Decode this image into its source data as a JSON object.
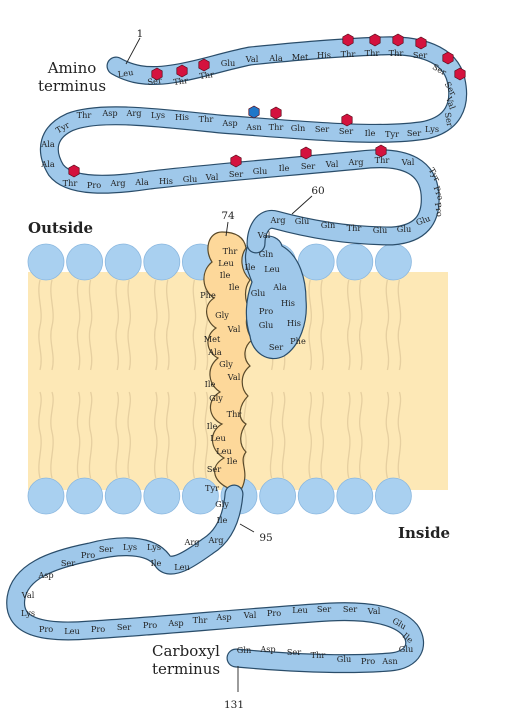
{
  "labels": {
    "amino_1": "Amino",
    "amino_2": "terminus",
    "outside": "Outside",
    "inside": "Inside",
    "carboxyl_1": "Carboxyl",
    "carboxyl_2": "terminus",
    "n1": "1",
    "n60": "60",
    "n74": "74",
    "n95": "95",
    "n131": "131"
  },
  "colors": {
    "chain": "#9fc8ea",
    "chain_outline": "#2a4d6a",
    "helix": "#fdd89a",
    "lipid_head": "#a9d0f0",
    "lipid_tail": "#fde8b6",
    "o_glycan_marker": "#d4123e",
    "n_glycan_marker": "#1f77c9"
  },
  "segments": {
    "amino_terminal": [
      "Leu",
      "Ser",
      "Thr",
      "Thr",
      "Glu",
      "Val",
      "Ala",
      "Met",
      "His",
      "Thr",
      "Thr",
      "Thr",
      "Ser",
      "Ser",
      "Ser",
      "Val",
      "Ser"
    ],
    "extracellular_row2": [
      "Lys",
      "Ser",
      "Tyr",
      "Ile",
      "Ser",
      "Ser",
      "Gln",
      "Thr",
      "Asn",
      "Asp",
      "Thr",
      "His",
      "Lys",
      "Arg",
      "Asp",
      "Thr",
      "Tyr"
    ],
    "extracellular_row3": [
      "Ala",
      "Ala",
      "Thr",
      "Pro",
      "Arg",
      "Ala",
      "His",
      "Glu",
      "Val",
      "Ser",
      "Glu",
      "Ile",
      "Ser",
      "Val",
      "Arg",
      "Thr",
      "Val"
    ],
    "extracellular_row4": [
      "Tyr",
      "Pro",
      "Pro",
      "Glu",
      "Glu",
      "Glu",
      "Thr",
      "Gln",
      "Glu",
      "Arg",
      "Val"
    ],
    "helix": [
      "Thr",
      "Leu",
      "Ile",
      "Ile",
      "Phe",
      "Gly",
      "Val",
      "Met",
      "Ala",
      "Gly",
      "Val",
      "Ile",
      "Gly",
      "Thr",
      "Ile",
      "Leu",
      "Leu",
      "Ile",
      "Ser",
      "Tyr",
      "Gly",
      "Ile"
    ],
    "membrane_loop": [
      "Gln",
      "Leu",
      "Ala",
      "Glu",
      "His",
      "Pro",
      "His",
      "Glu",
      "Phe",
      "Ser",
      "Ile"
    ],
    "cytoplasmic": [
      "Arg",
      "Arg",
      "Leu",
      "Ile",
      "Lys",
      "Lys",
      "Ser",
      "Pro",
      "Ser",
      "Asp",
      "Val",
      "Lys",
      "Pro",
      "Leu",
      "Pro",
      "Ser",
      "Pro",
      "Asp",
      "Thr",
      "Asp",
      "Val",
      "Pro",
      "Leu",
      "Ser",
      "Ser",
      "Val",
      "Glu",
      "Ile",
      "Glu",
      "Asn",
      "Pro",
      "Glu",
      "Thr",
      "Ser",
      "Asp",
      "Gln"
    ]
  }
}
